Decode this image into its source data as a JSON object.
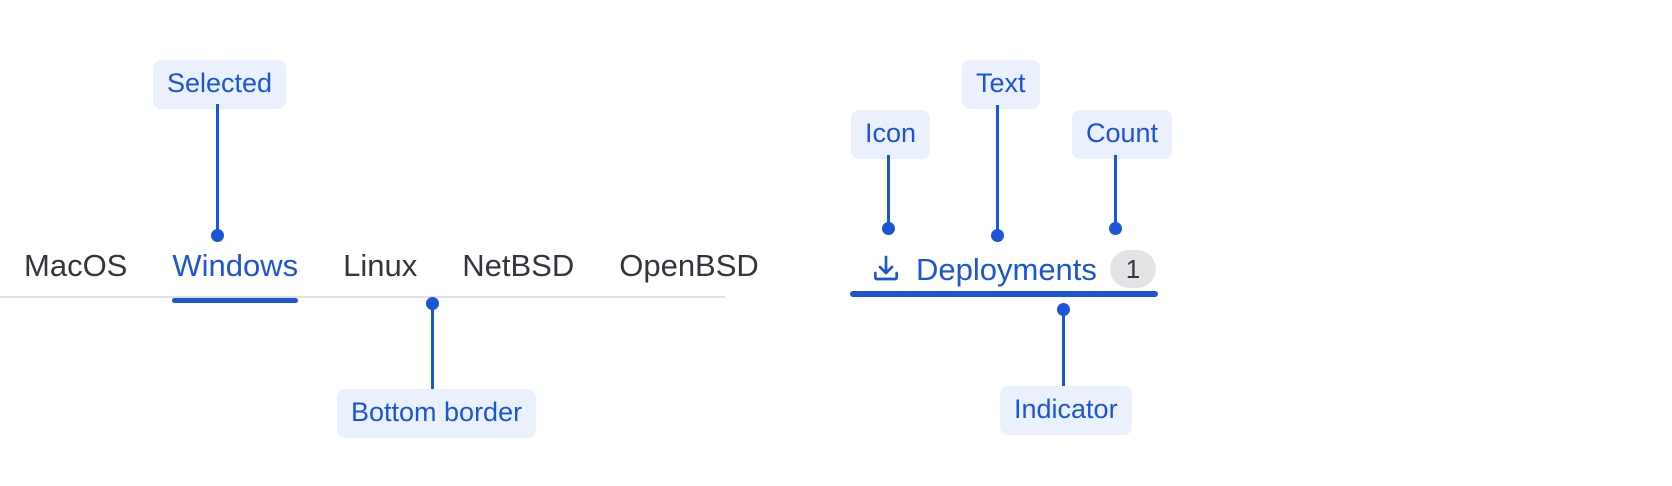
{
  "accent_color": "#1a56d6",
  "chip_bg_color": "#eaf1fd",
  "tab_text_color": "#33363c",
  "rule_color": "#e2e2e4",
  "badge_bg_color": "#e3e3e5",
  "left_example": {
    "tabs": [
      {
        "label": "MacOS",
        "selected": false
      },
      {
        "label": "Windows",
        "selected": true
      },
      {
        "label": "Linux",
        "selected": false
      },
      {
        "label": "NetBSD",
        "selected": false
      },
      {
        "label": "OpenBSD",
        "selected": false
      }
    ],
    "annotations": {
      "selected": "Selected",
      "bottom_border": "Bottom border"
    }
  },
  "right_example": {
    "tab": {
      "icon": "download-icon",
      "label": "Deployments",
      "count": "1"
    },
    "annotations": {
      "icon": "Icon",
      "text": "Text",
      "count": "Count",
      "indicator": "Indicator"
    }
  }
}
